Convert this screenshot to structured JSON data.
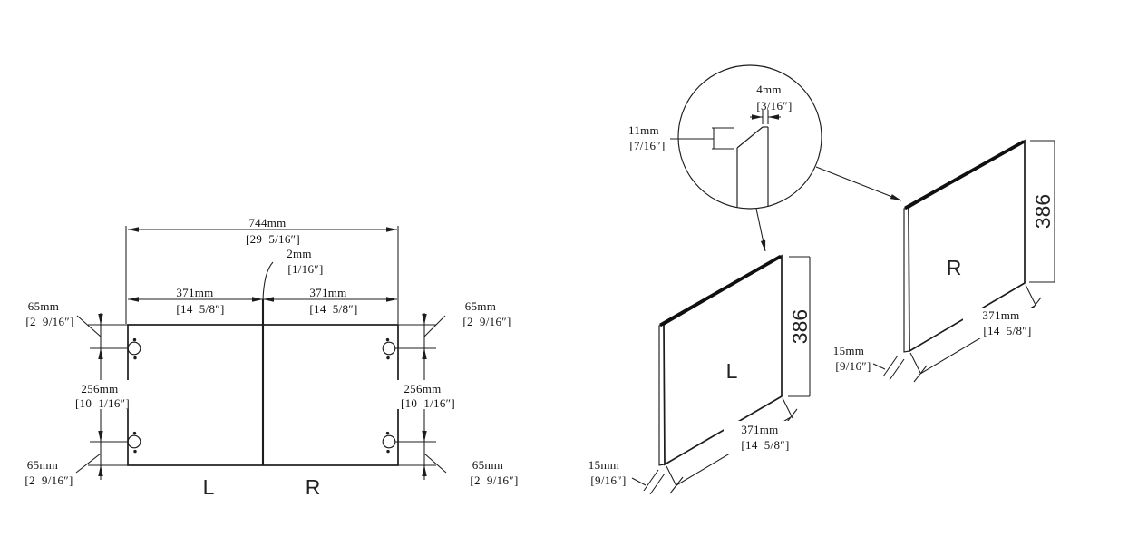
{
  "front_view": {
    "label_l": "L",
    "label_r": "R",
    "width_total": {
      "mm": "744mm",
      "inch": "[29  5/16″]"
    },
    "gap": {
      "mm": "2mm",
      "inch": "[1/16″]"
    },
    "width_left": {
      "mm": "371mm",
      "inch": "[14  5/8″]"
    },
    "width_right": {
      "mm": "371mm",
      "inch": "[14  5/8″]"
    },
    "offset_top_left": {
      "mm": "65mm",
      "inch": "[2  9/16″]"
    },
    "offset_bottom_left": {
      "mm": "65mm",
      "inch": "[2  9/16″]"
    },
    "offset_top_right": {
      "mm": "65mm",
      "inch": "[2  9/16″]"
    },
    "offset_bottom_right": {
      "mm": "65mm",
      "inch": "[2  9/16″]"
    },
    "hinge_spacing_left": {
      "mm": "256mm",
      "inch": "[10  1/16″]"
    },
    "hinge_spacing_right": {
      "mm": "256mm",
      "inch": "[10  1/16″]"
    }
  },
  "iso_view": {
    "panel_l": {
      "label": "L",
      "height": "386",
      "width": {
        "mm": "371mm",
        "inch": "[14  5/8″]"
      },
      "thickness": {
        "mm": "15mm",
        "inch": "[9/16″]"
      }
    },
    "panel_r": {
      "label": "R",
      "height": "386",
      "width": {
        "mm": "371mm",
        "inch": "[14  5/8″]"
      },
      "thickness": {
        "mm": "15mm",
        "inch": "[9/16″]"
      }
    },
    "detail": {
      "edge_top": {
        "mm": "4mm",
        "inch": "[3/16″]"
      },
      "chamfer": {
        "mm": "11mm",
        "inch": "[7/16″]"
      }
    }
  },
  "colors": {
    "line": "#1c1c1c",
    "background": "#ffffff"
  }
}
